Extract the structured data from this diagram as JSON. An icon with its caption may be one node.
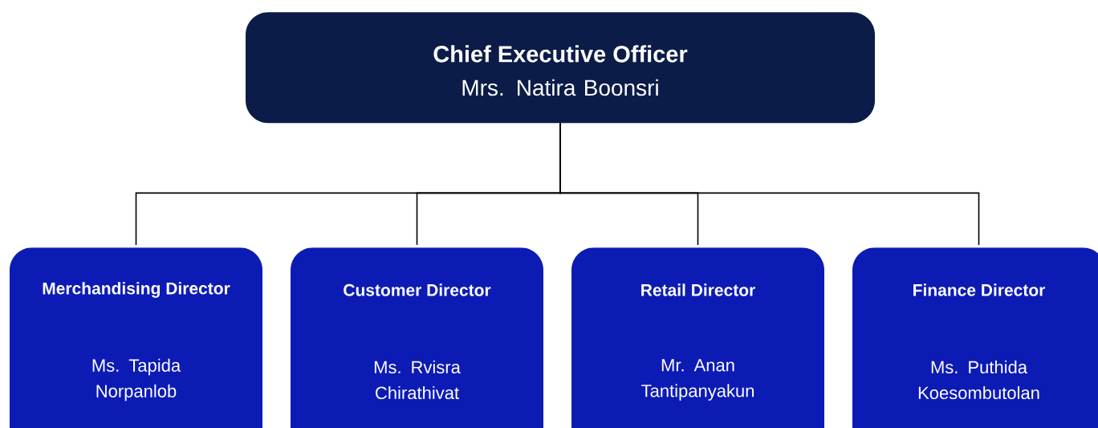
{
  "diagram": {
    "nodes": [
      {
        "text": [
          "Chief Executive Officer",
          "Mrs. Natira Boonsri"
        ]
      },
      {
        "text": [
          "Merchandising Director",
          "Ms. Tapida Norpanlob"
        ]
      },
      {
        "text": [
          "Customer Director",
          "Ms. Rvisra Chirathivat"
        ]
      },
      {
        "text": [
          "Retail Director",
          "Mr. Anan Tantipanyakun"
        ]
      },
      {
        "text": [
          "Finance Director",
          "Ms. Puthida Koesombutolan"
        ]
      }
    ],
    "edges": [
      {
        "from": 0,
        "to": 1,
        "arrow": "none"
      },
      {
        "from": 0,
        "to": 2,
        "arrow": "none"
      },
      {
        "from": 0,
        "to": 3,
        "arrow": "none"
      },
      {
        "from": 0,
        "to": 4,
        "arrow": "none"
      }
    ]
  }
}
